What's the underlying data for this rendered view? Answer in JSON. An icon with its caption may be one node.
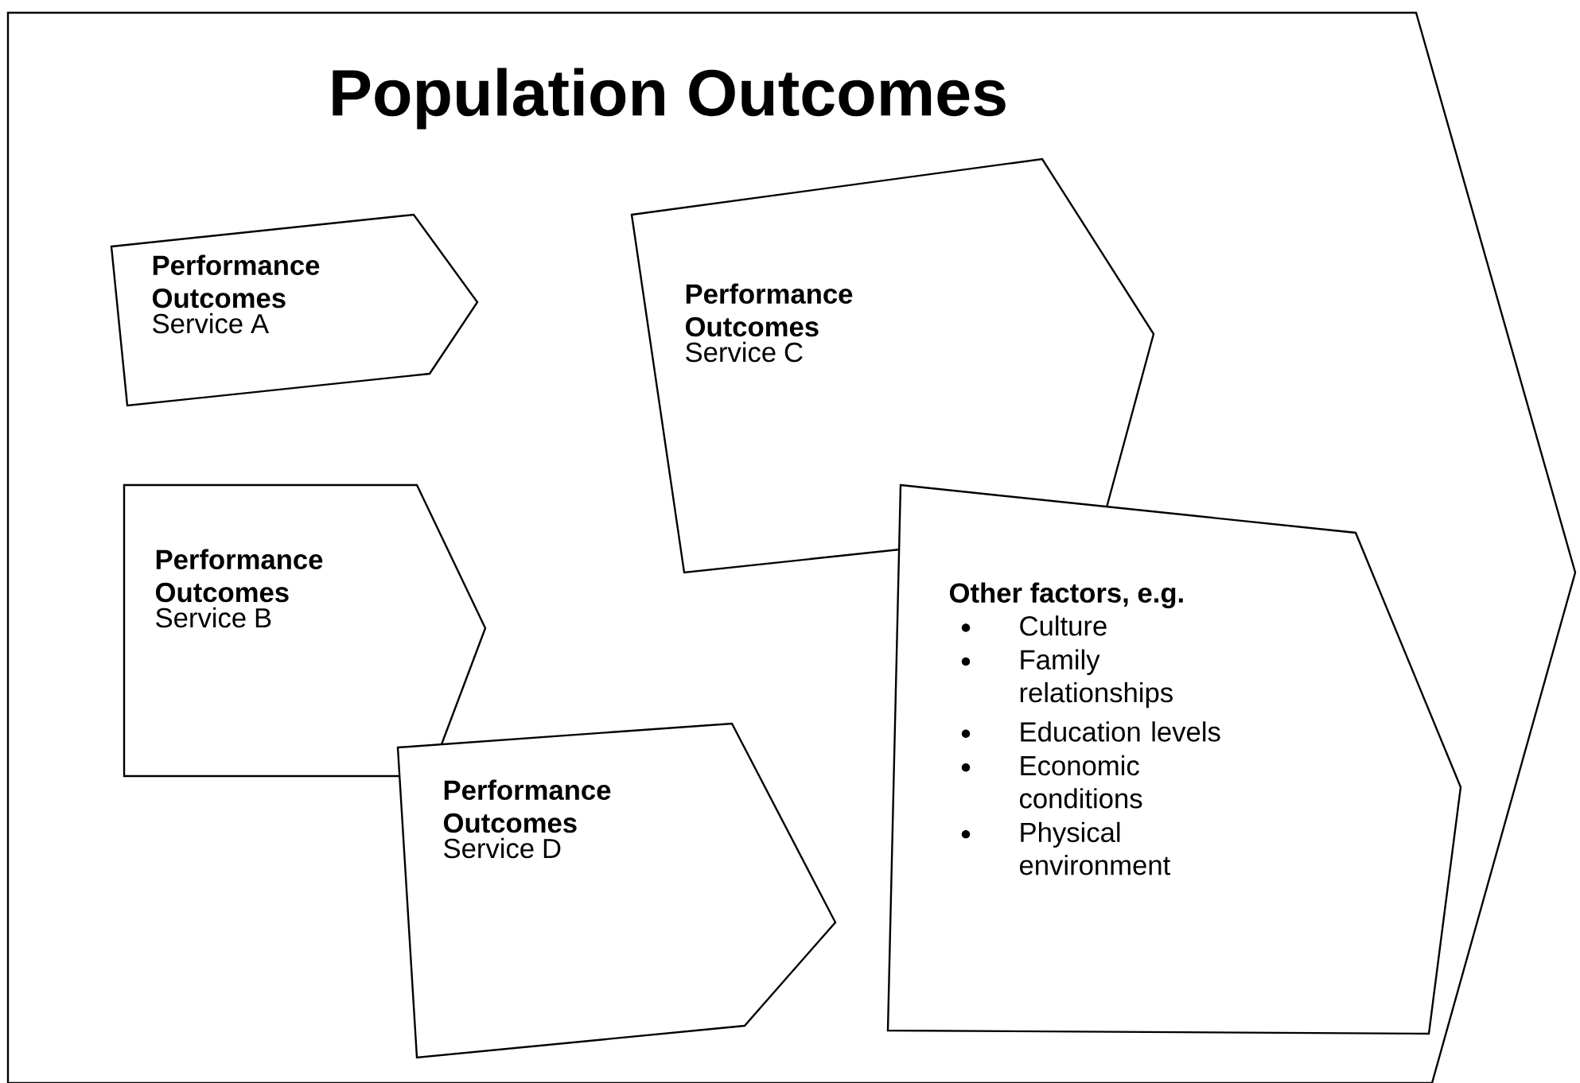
{
  "diagram": {
    "nodes": [
      {
        "text": [
          "Population Outcomes"
        ]
      },
      {
        "text": [
          "Performance Outcomes",
          "Service A"
        ],
        "in": 0
      },
      {
        "text": [
          "Performance Outcomes",
          "Service C"
        ],
        "in": 0
      },
      {
        "text": [
          "Performance Outcomes",
          "Service B"
        ],
        "in": 0
      },
      {
        "text": [
          "Performance Outcomes",
          "Service D"
        ],
        "in": 0
      },
      {
        "text": [
          "Other factors, e.g.",
          "Culture",
          "Family relationships",
          "Education levels",
          "Economic conditions",
          "Physical environment"
        ],
        "in": 0
      }
    ]
  }
}
